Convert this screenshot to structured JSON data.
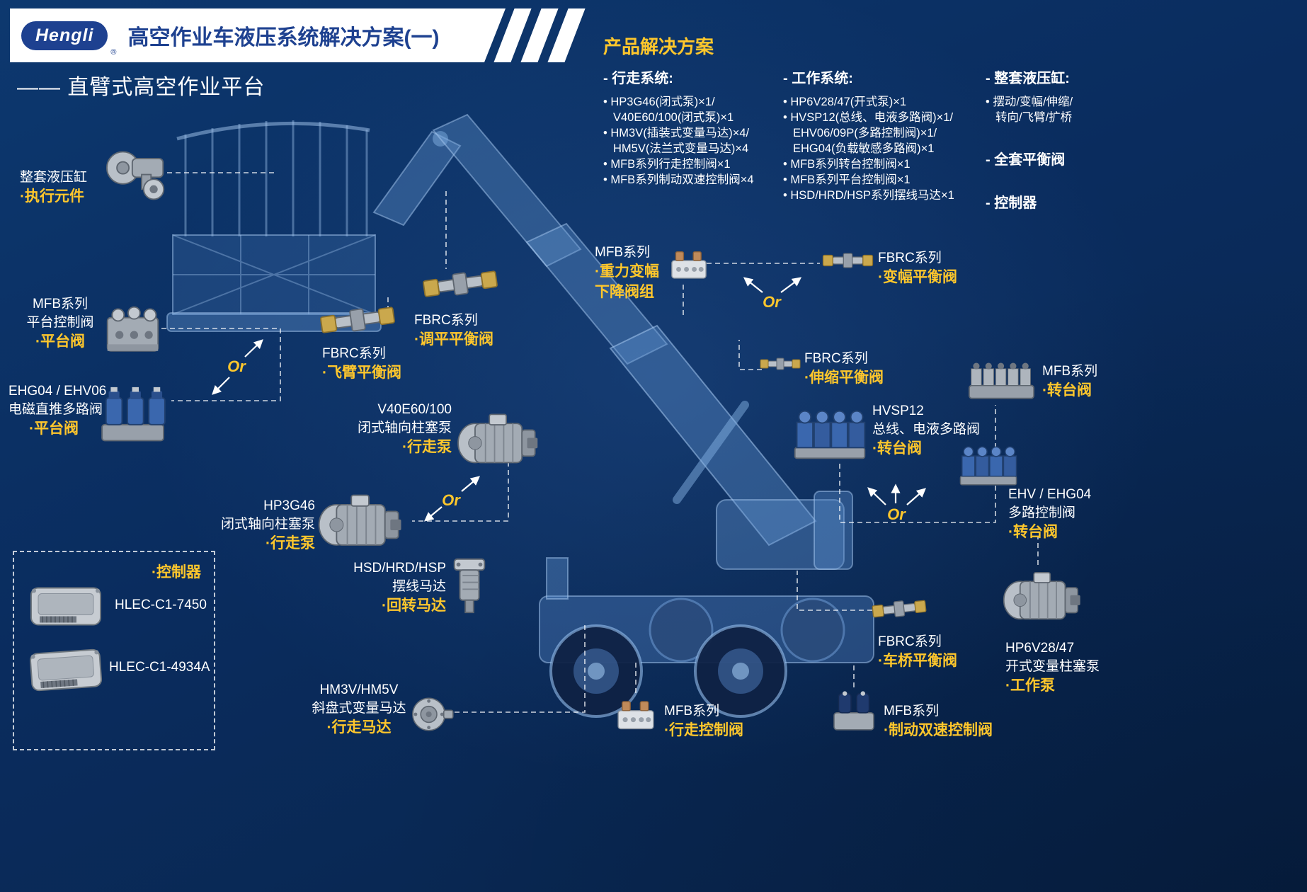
{
  "header": {
    "logo": "Hengli",
    "reg": "®",
    "title": "高空作业车液压系统解决方案(一)",
    "subtitle": "—— 直臂式高空作业平台"
  },
  "solutions": {
    "heading": "产品解决方案",
    "walking": {
      "title": "- 行走系统:",
      "lines": [
        "• HP3G46(闭式泵)×1/",
        "V40E60/100(闭式泵)×1",
        "• HM3V(插装式变量马达)×4/",
        "HM5V(法兰式变量马达)×4",
        "• MFB系列行走控制阀×1",
        "• MFB系列制动双速控制阀×4"
      ]
    },
    "work": {
      "title": "- 工作系统:",
      "lines": [
        "• HP6V28/47(开式泵)×1",
        "• HVSP12(总线、电液多路阀)×1/",
        "EHV06/09P(多路控制阀)×1/",
        "EHG04(负载敏感多路阀)×1",
        "• MFB系列转台控制阀×1",
        "• MFB系列平台控制阀×1",
        "• HSD/HRD/HSP系列摆线马达×1"
      ]
    },
    "cylinders": {
      "title": "- 整套液压缸:",
      "lines": [
        "• 摆动/变幅/伸缩/",
        "转向/飞臂/扩桥"
      ],
      "balance_title": "- 全套平衡阀",
      "controller_title": "- 控制器"
    }
  },
  "or_label": "Or",
  "callouts": {
    "cylinder": [
      "整套液压缸",
      "·执行元件"
    ],
    "platform_mfb": [
      "MFB系列",
      "平台控制阀",
      "·平台阀"
    ],
    "platform_ehg": [
      "EHG04 / EHV06",
      "电磁直推多路阀",
      "·平台阀"
    ],
    "fly_jib": [
      "FBRC系列",
      "·飞臂平衡阀"
    ],
    "leveling": [
      "FBRC系列",
      "·调平平衡阀"
    ],
    "gravity": [
      "MFB系列",
      "·重力变幅",
      "下降阀组"
    ],
    "luffing": [
      "FBRC系列",
      "·变幅平衡阀"
    ],
    "telescopic": [
      "FBRC系列",
      "·伸缩平衡阀"
    ],
    "turntable_mfb": [
      "MFB系列",
      "·转台阀"
    ],
    "hvsp": [
      "HVSP12",
      "总线、电液多路阀",
      "·转台阀"
    ],
    "ehv": [
      "EHV / EHG04",
      "多路控制阀",
      "·转台阀"
    ],
    "v40": [
      "V40E60/100",
      "闭式轴向柱塞泵",
      "·行走泵"
    ],
    "hp3g46": [
      "HP3G46",
      "闭式轴向柱塞泵",
      "·行走泵"
    ],
    "hsd": [
      "HSD/HRD/HSP",
      "摆线马达",
      "·回转马达"
    ],
    "hm3v": [
      "HM3V/HM5V",
      "斜盘式变量马达",
      "·行走马达"
    ],
    "travel_valve": [
      "MFB系列",
      "·行走控制阀"
    ],
    "brake_valve": [
      "MFB系列",
      "·制动双速控制阀"
    ],
    "axle": [
      "FBRC系列",
      "·车桥平衡阀"
    ],
    "hp6v": [
      "HP6V28/47",
      "开式变量柱塞泵",
      "·工作泵"
    ]
  },
  "controller_box": {
    "title": "·控制器",
    "items": [
      "HLEC-C1-7450",
      "HLEC-C1-4934A"
    ]
  },
  "colors": {
    "accent_yellow": "#ffc72c",
    "brand_blue": "#1e4190",
    "background": "#0a2b5e"
  }
}
